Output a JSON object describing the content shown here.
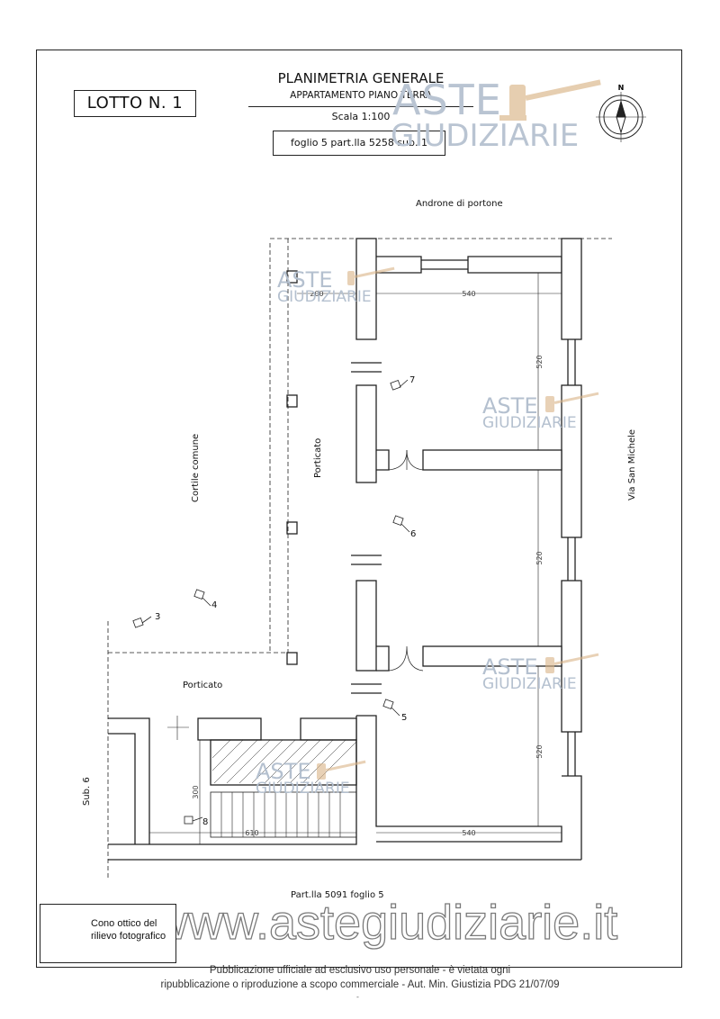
{
  "header": {
    "lotto": "LOTTO N. 1",
    "title": "PLANIMETRIA GENERALE",
    "subtitle": "APPARTAMENTO PIANO TERRA",
    "scale": "Scala 1:100",
    "cadastral": "foglio 5 part.lla 5258 sub. 1"
  },
  "compass": {
    "north": "N"
  },
  "watermark": {
    "line1": "ASTE",
    "line2": "GIUDIZIARIE"
  },
  "plan": {
    "top_label": "Androne di portone",
    "courtyard": "Cortile comune",
    "portico_vertical": "Porticato",
    "portico_horizontal": "Porticato",
    "street": "Via San Michele",
    "sub": "Sub. 6",
    "bottom_label": "Part.lla 5091 foglio 5",
    "dims": {
      "d200": "200",
      "d540_top": "540",
      "d520_a": "520",
      "d520_b": "520",
      "d520_c": "520",
      "d300": "300",
      "d610": "610",
      "d540_bottom": "540"
    },
    "photo_points": [
      "7",
      "6",
      "4",
      "3",
      "5",
      "8"
    ]
  },
  "legend": {
    "line1": "Cono ottico del",
    "line2": "rilievo fotografico"
  },
  "website": "www.astegiudiziarie.it",
  "footer": {
    "line1": "Pubblicazione ufficiale ad esclusivo uso personale - è vietata ogni",
    "line2": "ripubblicazione o riproduzione a scopo commerciale - Aut. Min. Giustizia PDG 21/07/09",
    "mark": "-"
  },
  "colors": {
    "line": "#222222",
    "watermark": "#b9c4d2",
    "gavel": "#d9b487"
  }
}
